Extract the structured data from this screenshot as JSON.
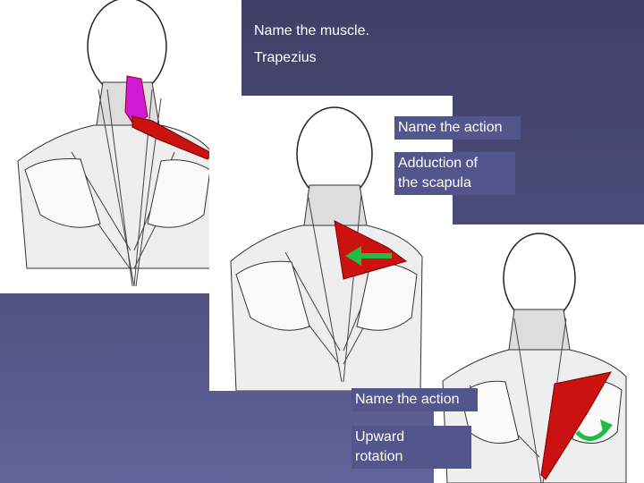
{
  "slides": {
    "question_1": "Name the muscle.",
    "answer_1": "Trapezius",
    "question_2": "Name the action",
    "answer_2_line1": "Adduction of",
    "answer_2_line2": "the scapula",
    "question_3": "Name the action",
    "answer_3_line1": "Upward",
    "answer_3_line2": "rotation"
  },
  "colors": {
    "background": "#4a4b77",
    "label_box": "#53568c",
    "muscle_highlight": "#cc1111",
    "upper_fibers": "#d21ad6",
    "arrow": "#22bb44"
  },
  "icons": {
    "adduction_arrow": "arrow-left-icon",
    "rotation_arrow": "curved-arrow-icon"
  }
}
